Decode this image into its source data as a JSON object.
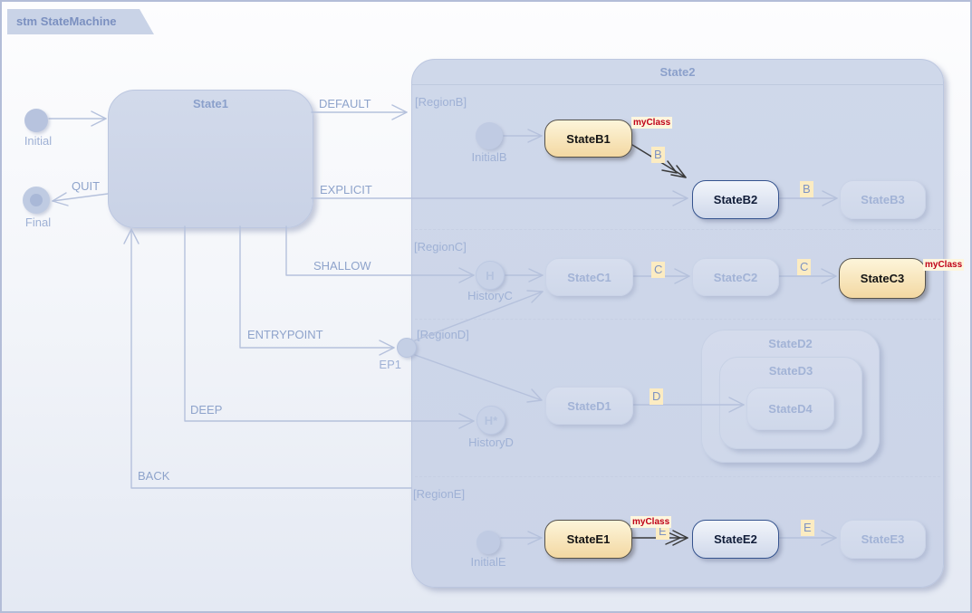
{
  "frame": {
    "tab_title": "stm StateMachine"
  },
  "colors": {
    "container_fill": "#ccd5e9",
    "highlight_fill": "#f8e4b6",
    "highlight_border": "#55524b",
    "active_border": "#35538e",
    "stereotype_red": "#c00018",
    "faded_text": "#a2b3d6",
    "label_blue": "#8ea3cb",
    "trigger_bg": "#fcecc2"
  },
  "states": {
    "state1": "State1",
    "state2": "State2",
    "b1": "StateB1",
    "b2": "StateB2",
    "b3": "StateB3",
    "c1": "StateC1",
    "c2": "StateC2",
    "c3": "StateC3",
    "d1": "StateD1",
    "d2": "StateD2",
    "d3": "StateD3",
    "d4": "StateD4",
    "e1": "StateE1",
    "e2": "StateE2",
    "e3": "StateE3"
  },
  "pseudostates": {
    "initial": "Initial",
    "final": "Final",
    "initial_b": "InitialB",
    "history_c": "HistoryC",
    "history_c_symbol": "H",
    "ep1": "EP1",
    "history_d": "HistoryD",
    "history_d_symbol": "H*",
    "initial_e": "InitialE"
  },
  "regions": {
    "b": "[RegionB]",
    "c": "[RegionC]",
    "d": "[RegionD]",
    "e": "[RegionE]"
  },
  "transitions": {
    "default": "DEFAULT",
    "explicit": "EXPLICIT",
    "shallow": "SHALLOW",
    "entrypoint": "ENTRYPOINT",
    "deep": "DEEP",
    "quit": "QUIT",
    "back": "BACK"
  },
  "triggers": {
    "b1_b2": "B",
    "b2_b3": "B",
    "c1_c2": "C",
    "c2_c3": "C",
    "d1_d4": "D",
    "e1_e2": "E",
    "e2_e3": "E"
  },
  "stereotypes": {
    "b1": "myClass",
    "c3": "myClass",
    "e1": "myClass"
  }
}
